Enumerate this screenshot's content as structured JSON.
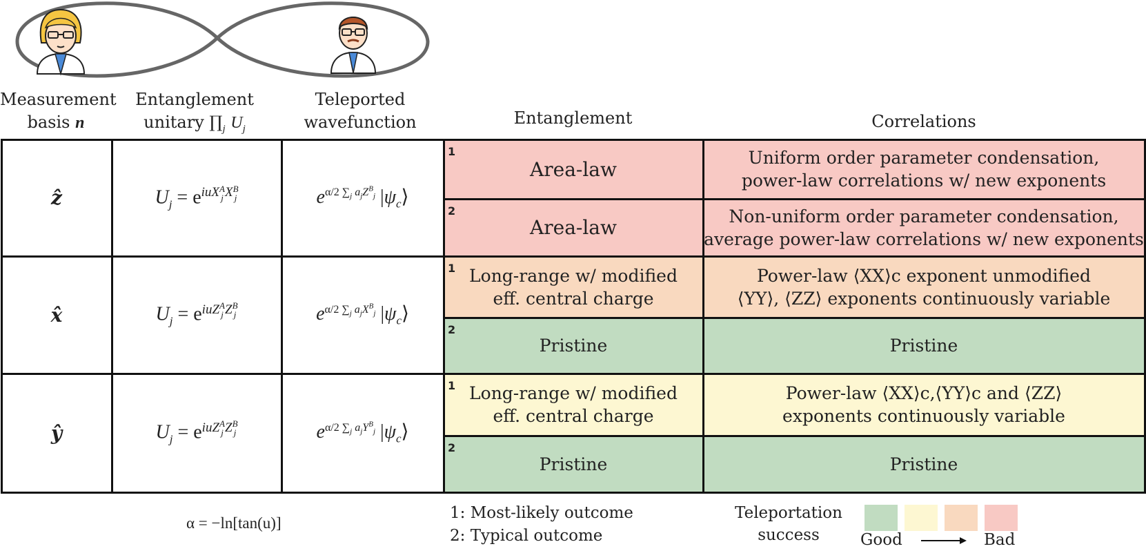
{
  "headers": {
    "measurement": [
      "Measurement",
      "basis"
    ],
    "measurement_symbol": "n",
    "unitary": [
      "Entanglement",
      "unitary ∏"
    ],
    "unitary_tail": "U",
    "unitary_sub": "j",
    "wavefunction": [
      "Teleported",
      "wavefunction"
    ],
    "entanglement": "Entanglement",
    "correlations": "Correlations"
  },
  "rows": [
    {
      "basis": "ẑ",
      "unitary": {
        "pre": "U",
        "sub": "j",
        "eq": " = e",
        "exp": "iuX",
        "s1": "A",
        "b1": "j",
        "mid": "X",
        "s2": "B",
        "b2": "j"
      },
      "wave": {
        "op": "Z"
      },
      "outcomes": [
        {
          "tag": "1",
          "entanglement": [
            "Area-law"
          ],
          "correlations": [
            "Uniform order parameter condensation,",
            "power-law correlations w/ new exponents"
          ]
        },
        {
          "tag": "2",
          "entanglement": [
            "Area-law"
          ],
          "correlations": [
            "Non-uniform order parameter condensation,",
            "average power-law correlations w/ new exponents"
          ]
        }
      ]
    },
    {
      "basis": "x̂",
      "unitary": {
        "pre": "U",
        "sub": "j",
        "eq": " = e",
        "exp": "iuZ",
        "s1": "A",
        "b1": "j",
        "mid": "Z",
        "s2": "B",
        "b2": "j"
      },
      "wave": {
        "op": "X"
      },
      "outcomes": [
        {
          "tag": "1",
          "entanglement": [
            "Long-range w/ modified",
            "eff. central charge"
          ],
          "correlations": [
            "Power-law ⟨XX⟩c exponent unmodified",
            "⟨YY⟩, ⟨ZZ⟩ exponents continuously variable"
          ]
        },
        {
          "tag": "2",
          "entanglement": [
            "Pristine"
          ],
          "correlations": [
            "Pristine"
          ]
        }
      ]
    },
    {
      "basis": "ŷ",
      "unitary": {
        "pre": "U",
        "sub": "j",
        "eq": " = e",
        "exp": "iuZ",
        "s1": "A",
        "b1": "j",
        "mid": "Z",
        "s2": "B",
        "b2": "j"
      },
      "wave": {
        "op": "Y"
      },
      "outcomes": [
        {
          "tag": "1",
          "entanglement": [
            "Long-range w/ modified",
            "eff. central charge"
          ],
          "correlations": [
            "Power-law ⟨XX⟩c,⟨YY⟩c and ⟨ZZ⟩",
            "exponents continuously variable"
          ]
        },
        {
          "tag": "2",
          "entanglement": [
            "Pristine"
          ],
          "correlations": [
            "Pristine"
          ]
        }
      ]
    }
  ],
  "footer": {
    "alpha": "α = −ln[tan(u)]",
    "legend1": "1: Most-likely outcome",
    "legend2": "2: Typical outcome",
    "success": [
      "Teleportation",
      "success"
    ],
    "good": "Good",
    "bad": "Bad"
  },
  "colors": {
    "bad": "#f8c9c4",
    "mediumbad": "#f9d9bf",
    "medium": "#fdf7d2",
    "good": "#c1dcc1",
    "border": "#111111"
  }
}
